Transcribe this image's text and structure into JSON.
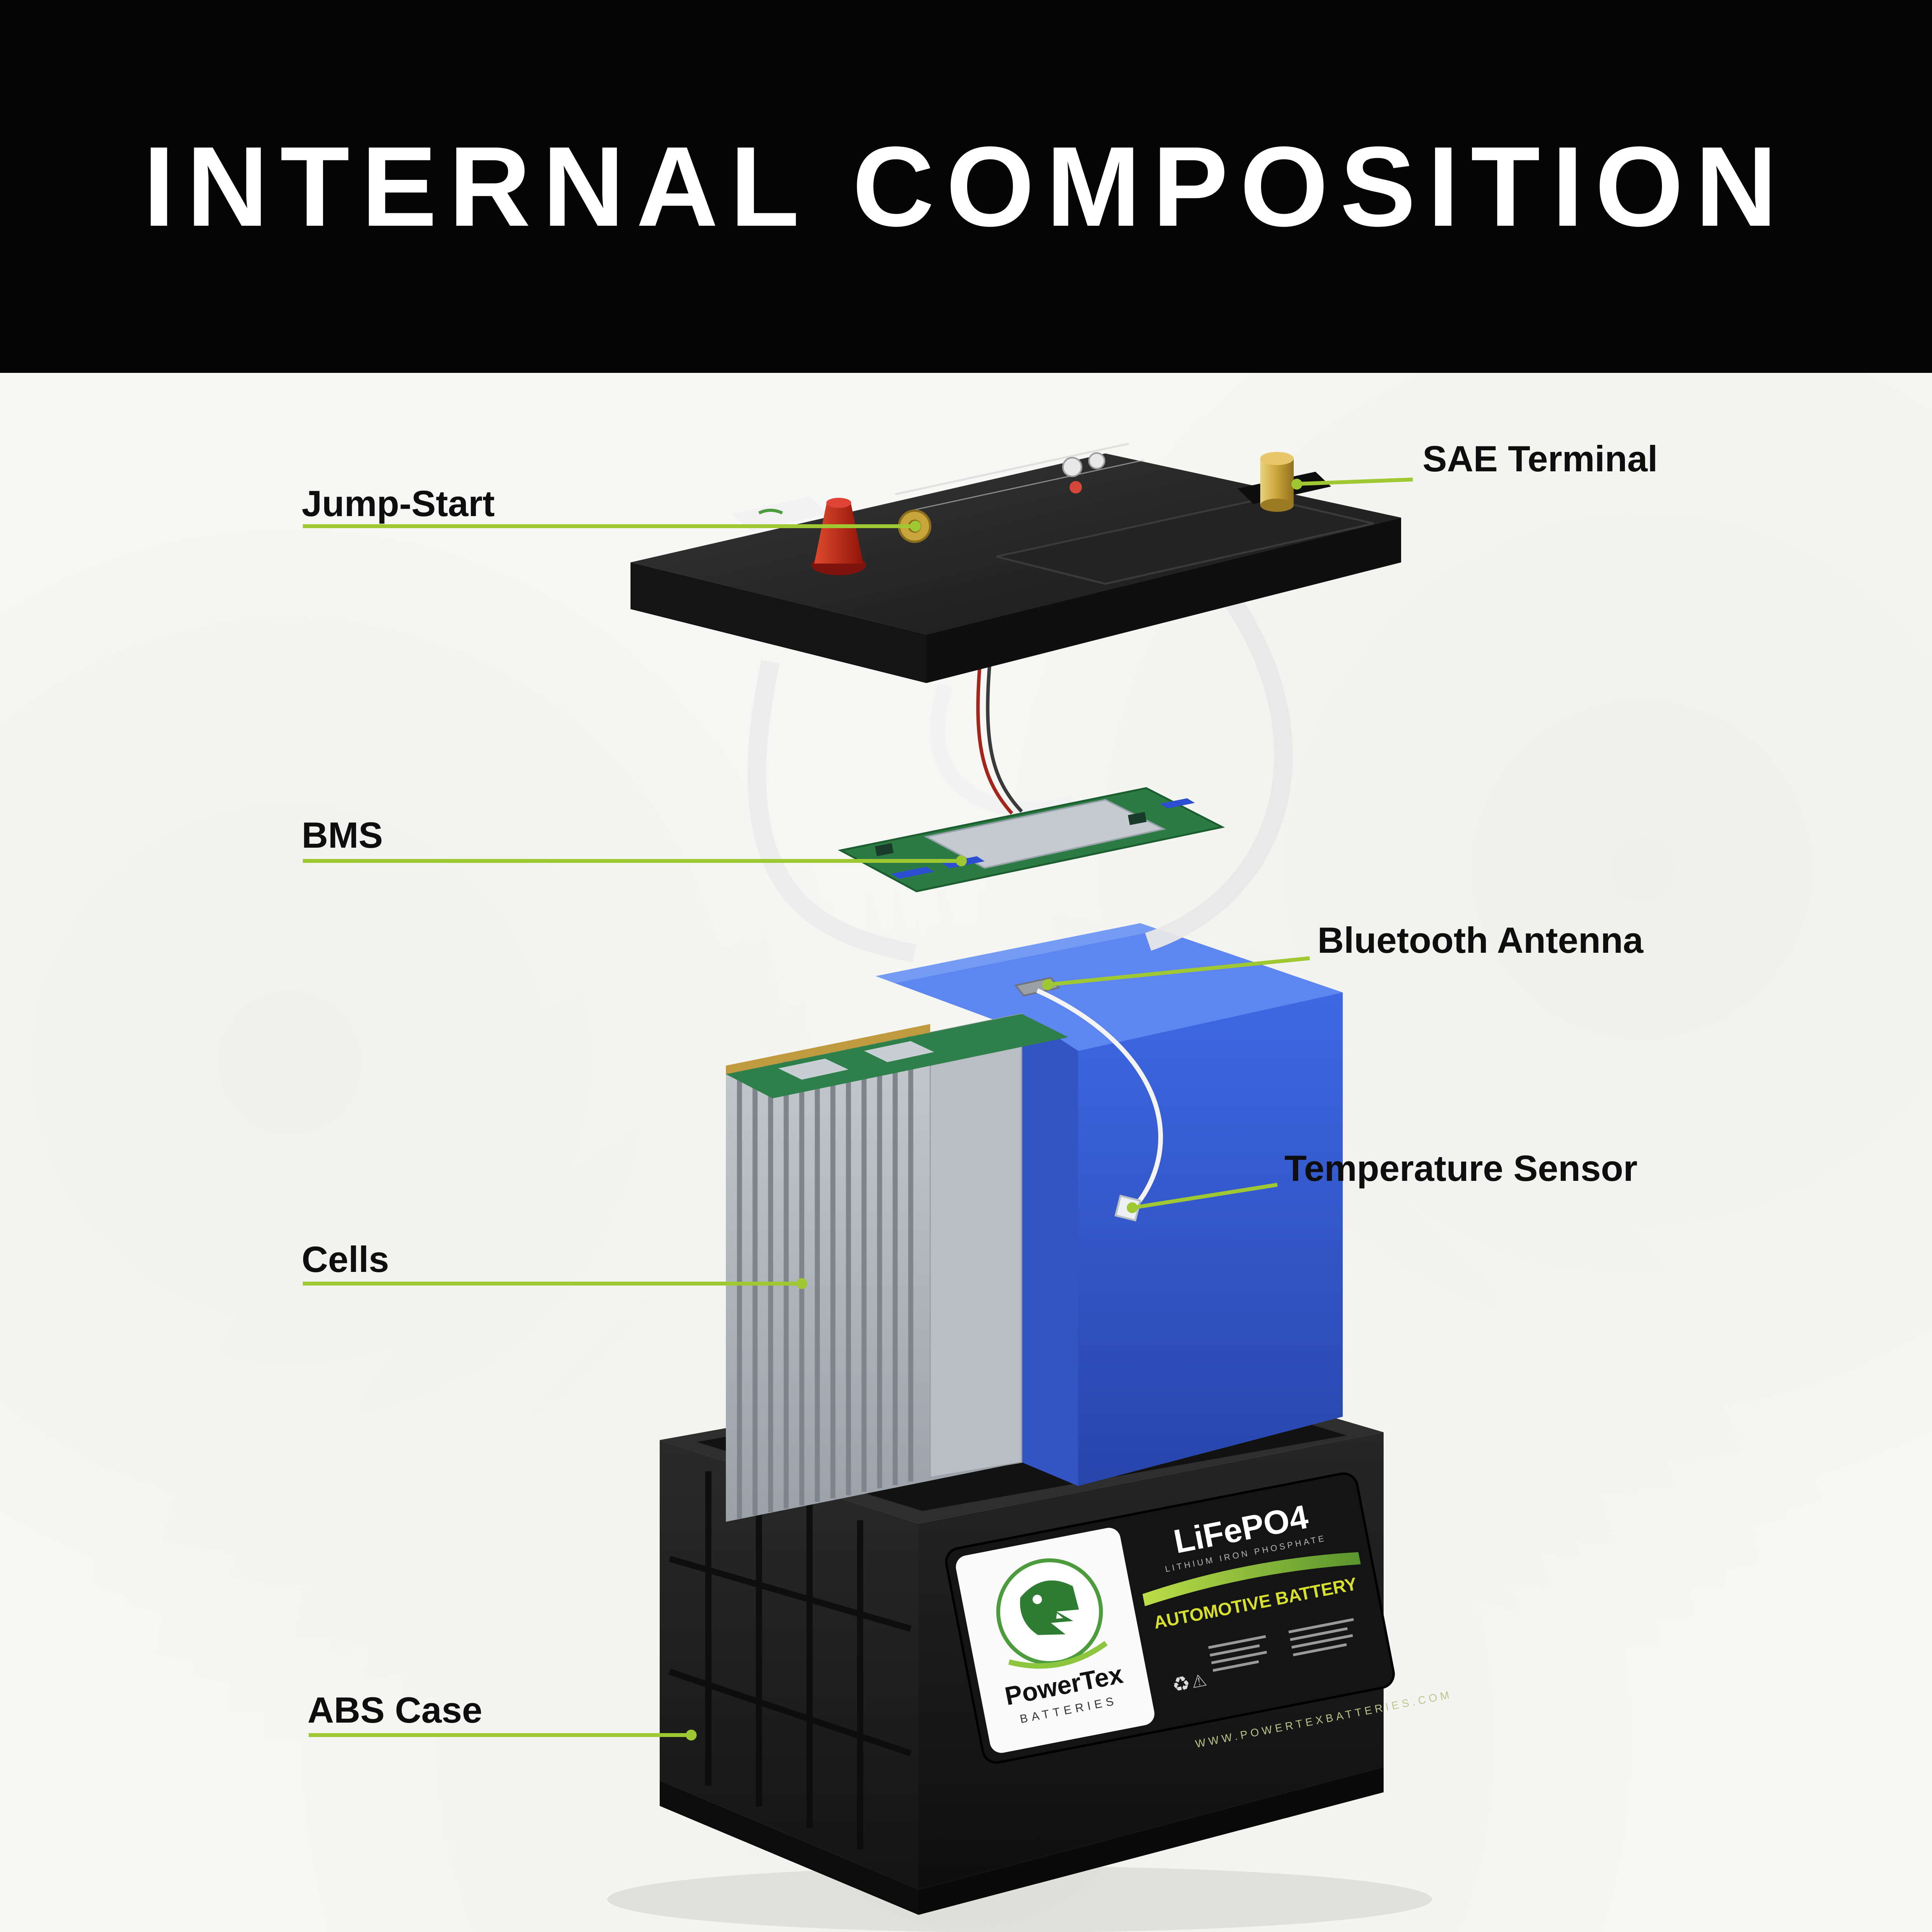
{
  "title": "INTERNAL COMPOSITION",
  "callouts": {
    "sae_terminal": "SAE Terminal",
    "jump_start": "Jump-Start",
    "bms": "BMS",
    "bluetooth_antenna": "Bluetooth Antenna",
    "temperature_sensor": "Temperature Sensor",
    "cells": "Cells",
    "abs_case": "ABS Case"
  },
  "battery_label": {
    "brand": "PowerTex",
    "brand_sub": "BATTERIES",
    "chemistry": "LiFePO4",
    "chemistry_sub": "LITHIUM IRON PHOSPHATE",
    "product_type": "AUTOMOTIVE BATTERY",
    "website": "WWW.POWERTEXBATTERIES.COM"
  },
  "icons": {
    "recycle": "♻",
    "warning": "⚠"
  },
  "colors": {
    "accent_line": "#9fc832",
    "header_bg": "#050505",
    "background": "#f7f7f5",
    "case_black": "#1a1a1a",
    "wrap_blue": "#3a63dd",
    "cap_red": "#c6281b",
    "terminal_brass": "#c9a43a",
    "pcb_green": "#2c7b45",
    "label_lime": "#8dc63f",
    "type_yellow": "#d7df2e"
  }
}
